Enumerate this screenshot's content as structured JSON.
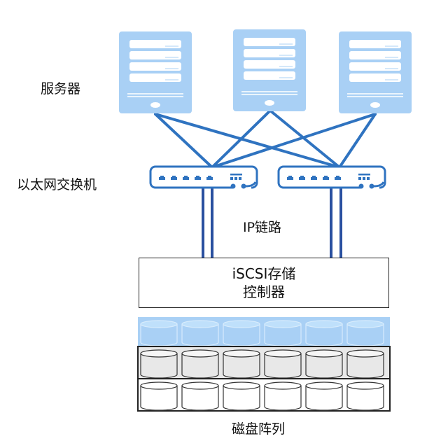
{
  "labels": {
    "servers": "服务器",
    "switches": "以太网交换机",
    "ip_link": "IP链路",
    "controller_line1": "iSCSI存储",
    "controller_line2": "控制器",
    "disk_array": "磁盘阵列"
  },
  "nodes": {
    "servers": [
      {
        "id": "server-1"
      },
      {
        "id": "server-2"
      },
      {
        "id": "server-3"
      }
    ],
    "switches": [
      {
        "id": "switch-1",
        "ports": 5
      },
      {
        "id": "switch-2",
        "ports": 5
      }
    ],
    "disk_array": {
      "rows": [
        {
          "id": "row-1",
          "style": "blue",
          "disks": 6
        },
        {
          "id": "row-2",
          "style": "gray",
          "disks": 6
        },
        {
          "id": "row-3",
          "style": "white",
          "disks": 6
        }
      ]
    }
  },
  "edges": [
    {
      "from": "server-1",
      "to": "switch-1"
    },
    {
      "from": "server-1",
      "to": "switch-2"
    },
    {
      "from": "server-2",
      "to": "switch-1"
    },
    {
      "from": "server-2",
      "to": "switch-2"
    },
    {
      "from": "server-3",
      "to": "switch-1"
    },
    {
      "from": "server-3",
      "to": "switch-2"
    },
    {
      "from": "switch-1",
      "to": "controller",
      "type": "double-line"
    },
    {
      "from": "switch-2",
      "to": "controller",
      "type": "double-line"
    }
  ],
  "colors": {
    "server_fill": "#a9d0f5",
    "link": "#2f73c0",
    "ip_link": "#2a50a0",
    "disk_blue": "#a9d0f5",
    "disk_gray": "#e8e8e8"
  }
}
